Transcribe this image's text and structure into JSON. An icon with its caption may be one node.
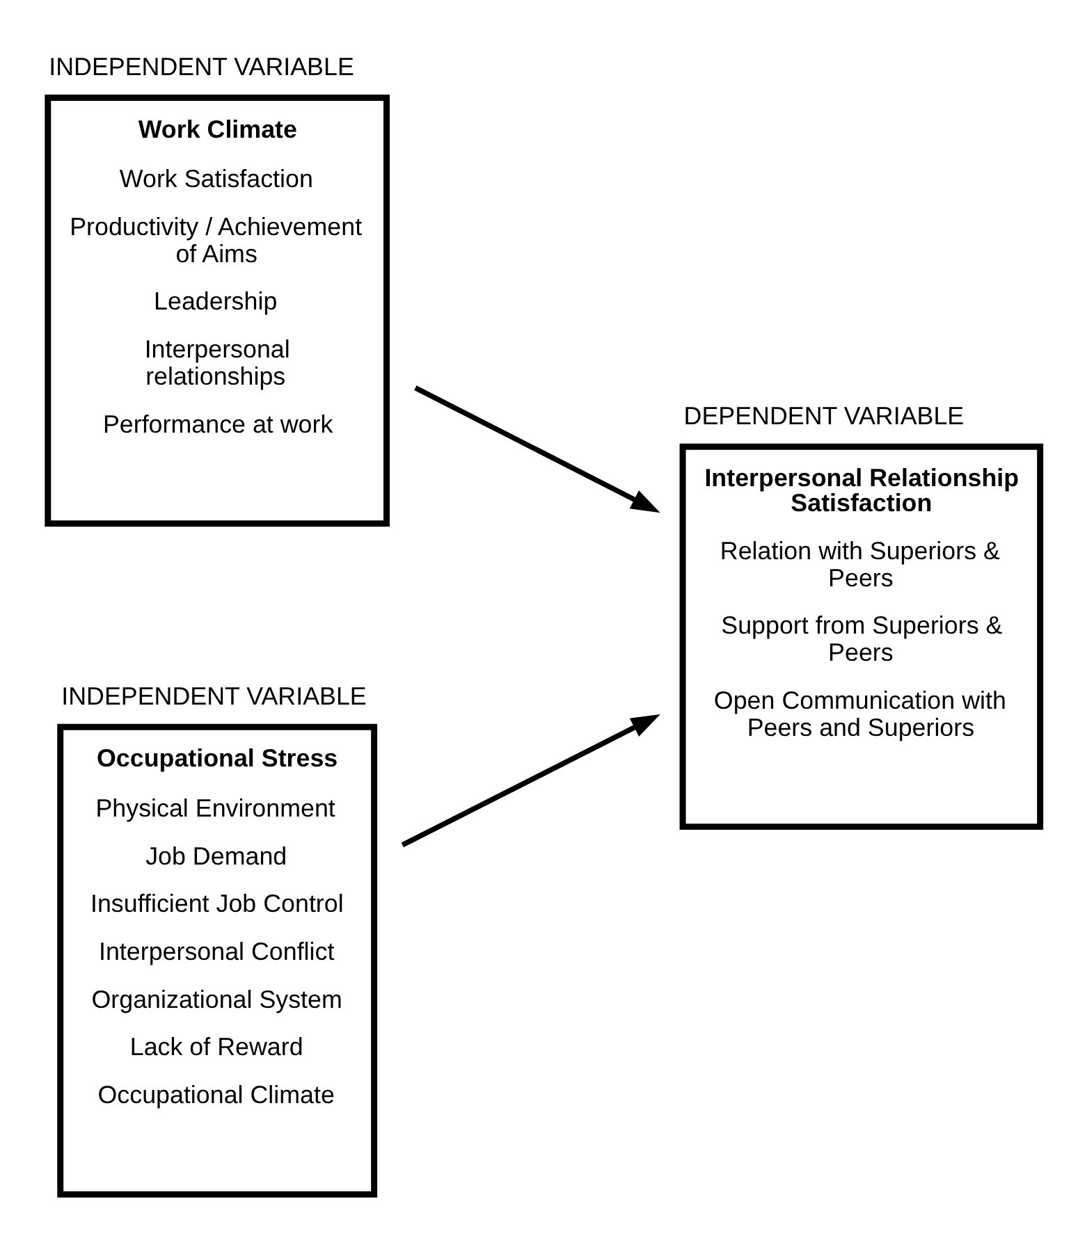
{
  "diagram": {
    "nodes": [
      {
        "text": [
          "INDEPENDENT VARIABLE",
          "Work Climate",
          "Work Satisfaction",
          "Productivity / Achievement of Aims",
          "Leadership",
          "Interpersonal relationships",
          "Performance at work"
        ]
      },
      {
        "text": [
          "INDEPENDENT VARIABLE",
          "Occupational Stress",
          "Physical Environment",
          "Job Demand",
          "Insufficient Job Control",
          "Interpersonal Conflict",
          "Organizational System",
          "Lack of Reward",
          "Occupational Climate"
        ]
      },
      {
        "text": [
          "DEPENDENT VARIABLE",
          "Interpersonal Relationship Satisfaction",
          "Relation with Superiors & Peers",
          "Support from Superiors & Peers",
          "Open Communication with Peers and Superiors"
        ]
      }
    ],
    "edges": [
      {
        "from": 0,
        "to": 2,
        "arrow": "to"
      },
      {
        "from": 1,
        "to": 2,
        "arrow": "to"
      }
    ]
  }
}
